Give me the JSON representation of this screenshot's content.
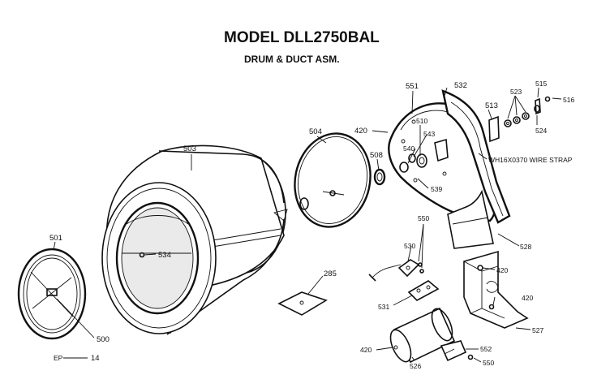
{
  "header": {
    "title": "MODEL DLL2750BAL",
    "subtitle": "DRUM & DUCT ASM."
  },
  "parts": {
    "p501": "501",
    "p500": "500",
    "p14": "14",
    "pEP": "EP",
    "p503": "503",
    "p534": "534",
    "p285": "285",
    "p504": "504",
    "p508": "508",
    "p420a": "420",
    "p551": "551",
    "p532": "532",
    "p510": "510",
    "p543": "543",
    "p540": "540",
    "p539": "539",
    "p513": "513",
    "p523": "523",
    "p515": "515",
    "p516": "516",
    "p524": "524",
    "strap": "WH16X0370 WIRE STRAP",
    "p550a": "550",
    "p530": "530",
    "p531": "531",
    "p528": "528",
    "p420b": "420",
    "p420c": "420",
    "p527": "527",
    "p420d": "420",
    "p526": "526",
    "p552": "552",
    "p550b": "550"
  }
}
